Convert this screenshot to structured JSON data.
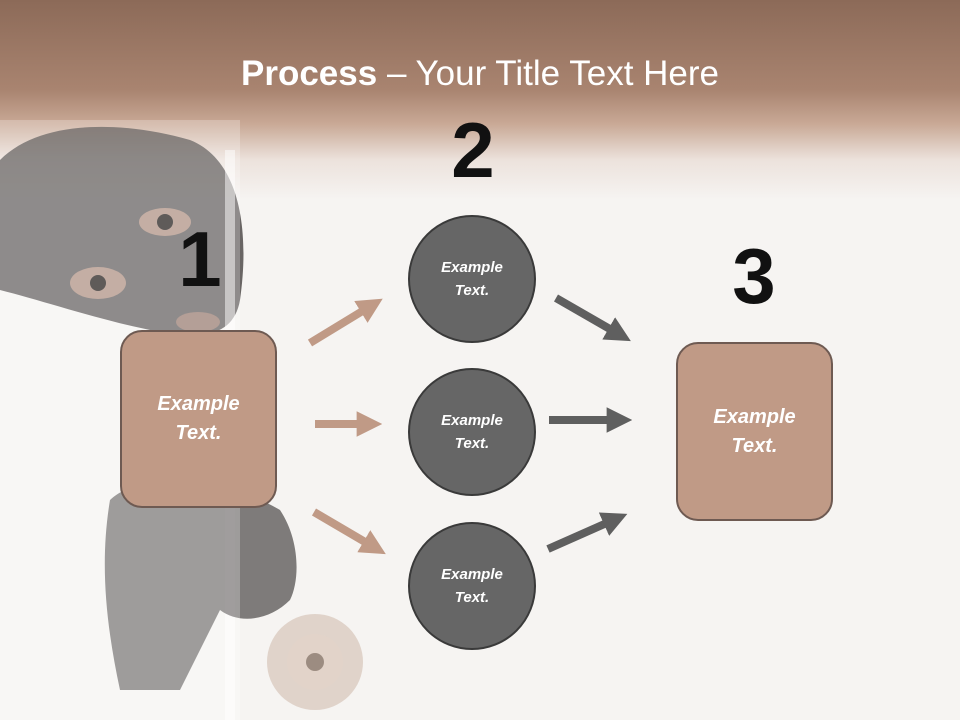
{
  "slide": {
    "title_bold": "Process",
    "title_rest": " – Your Title Text Here"
  },
  "steps": {
    "one": "1",
    "two": "2",
    "three": "3"
  },
  "nodes": {
    "left_box": "Example\nText.",
    "circle_top": "Example\nText.",
    "circle_middle": "Example\nText.",
    "circle_bottom": "Example\nText.",
    "right_box": "Example\nText."
  },
  "colors": {
    "header": "#a98470",
    "box_fill": "#c09a86",
    "circle_fill": "#666666",
    "arrow_left": "#c09a86",
    "arrow_right": "#5f5f5f"
  }
}
